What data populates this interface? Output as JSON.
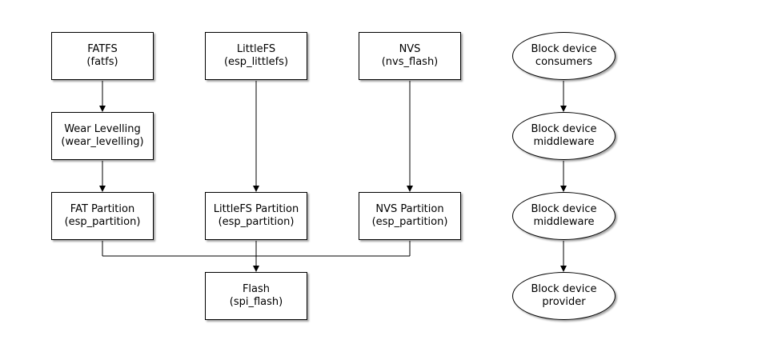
{
  "diagram": {
    "nodes": {
      "fatfs": {
        "title": "FATFS",
        "subtitle": "(fatfs)"
      },
      "littlefs": {
        "title": "LittleFS",
        "subtitle": "(esp_littlefs)"
      },
      "nvs": {
        "title": "NVS",
        "subtitle": "(nvs_flash)"
      },
      "wear_levelling": {
        "title": "Wear Levelling",
        "subtitle": "(wear_levelling)"
      },
      "fat_partition": {
        "title": "FAT Partition",
        "subtitle": "(esp_partition)"
      },
      "littlefs_partition": {
        "title": "LittleFS Partition",
        "subtitle": "(esp_partition)"
      },
      "nvs_partition": {
        "title": "NVS Partition",
        "subtitle": "(esp_partition)"
      },
      "flash": {
        "title": "Flash",
        "subtitle": "(spi_flash)"
      }
    },
    "legend": {
      "consumers": {
        "line1": "Block device",
        "line2": "consumers"
      },
      "middleware_1": {
        "line1": "Block device",
        "line2": "middleware"
      },
      "middleware_2": {
        "line1": "Block device",
        "line2": "middleware"
      },
      "provider": {
        "line1": "Block device",
        "line2": "provider"
      }
    },
    "edges": [
      [
        "fatfs",
        "wear_levelling"
      ],
      [
        "wear_levelling",
        "fat_partition"
      ],
      [
        "littlefs",
        "littlefs_partition"
      ],
      [
        "nvs",
        "nvs_partition"
      ],
      [
        "fat_partition",
        "flash"
      ],
      [
        "littlefs_partition",
        "flash"
      ],
      [
        "nvs_partition",
        "flash"
      ],
      [
        "consumers",
        "middleware_1"
      ],
      [
        "middleware_1",
        "middleware_2"
      ],
      [
        "middleware_2",
        "provider"
      ]
    ]
  }
}
